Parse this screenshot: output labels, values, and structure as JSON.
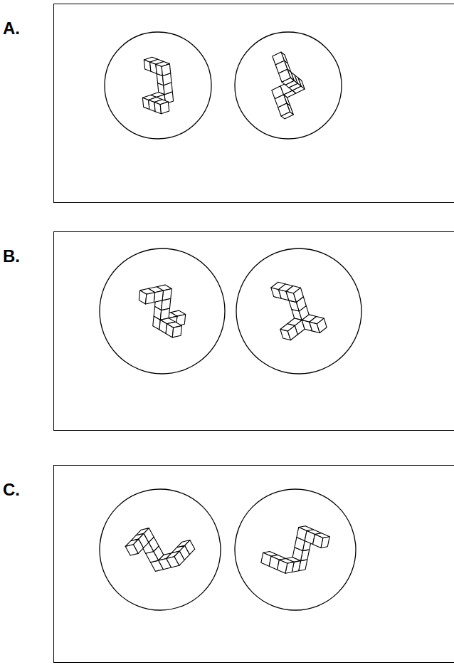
{
  "diagram": {
    "nodes": [
      {
        "text": [
          "A."
        ]
      },
      {
        "text": [
          "B."
        ]
      },
      {
        "text": [
          "C."
        ]
      }
    ]
  }
}
